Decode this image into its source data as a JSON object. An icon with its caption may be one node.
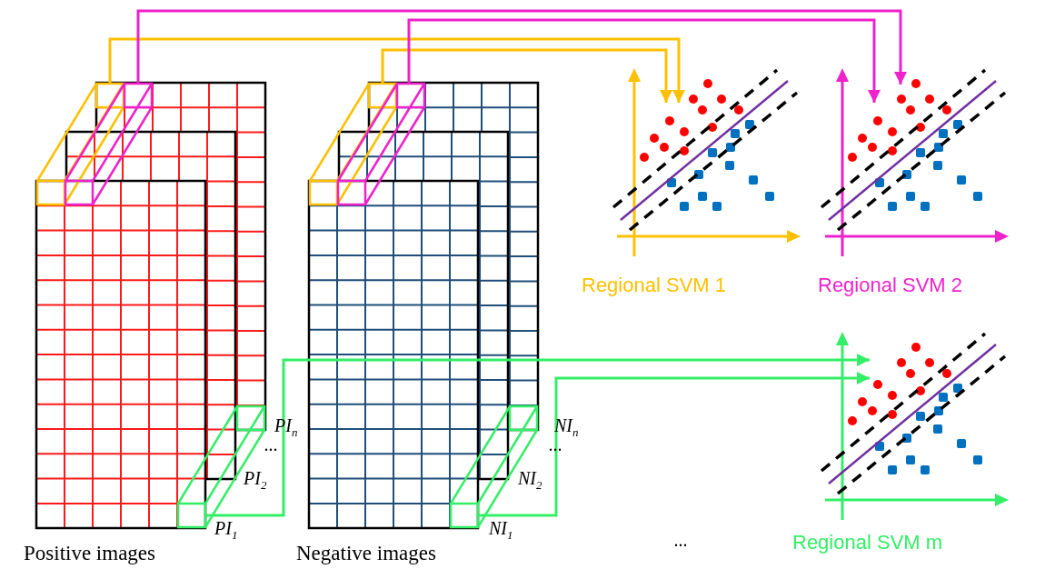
{
  "diagram": {
    "nodes": [
      {
        "text": [
          "Positive images"
        ]
      },
      {
        "text": [],
        "shape": "box",
        "in": 0
      },
      {
        "text": [],
        "shape": "box",
        "in": 0
      },
      {
        "text": [],
        "shape": "box",
        "in": 0
      },
      {
        "text": [
          "Negative images"
        ]
      },
      {
        "text": [],
        "shape": "box",
        "in": 4
      },
      {
        "text": [],
        "shape": "box",
        "in": 4
      },
      {
        "text": [],
        "shape": "box",
        "in": 4
      },
      {
        "text": [
          "Regional SVM 1"
        ]
      },
      {
        "text": [
          "Regional SVM 2"
        ]
      },
      {
        "text": [
          "Regional SVM m"
        ]
      }
    ],
    "edges": [
      {
        "from": 1,
        "to": 8,
        "arrow": "to",
        "color": "#ffc000"
      },
      {
        "from": 5,
        "to": 8,
        "arrow": "to",
        "color": "#ffc000"
      },
      {
        "from": 2,
        "to": 9,
        "arrow": "to",
        "color": "#ee22cc"
      },
      {
        "from": 6,
        "to": 9,
        "arrow": "to",
        "color": "#ee22cc"
      },
      {
        "from": 3,
        "to": 10,
        "arrow": "to",
        "color": "#33ee66"
      },
      {
        "from": 7,
        "to": 10,
        "arrow": "to",
        "color": "#33ee66"
      }
    ],
    "labels": [
      "PI$_{n}$",
      "...",
      "PI$_{2}$",
      "PI$_{1}$",
      "NI$_{n}$",
      "...",
      "NI$_{2}$",
      "NI$_{1}$",
      "..."
    ]
  }
}
